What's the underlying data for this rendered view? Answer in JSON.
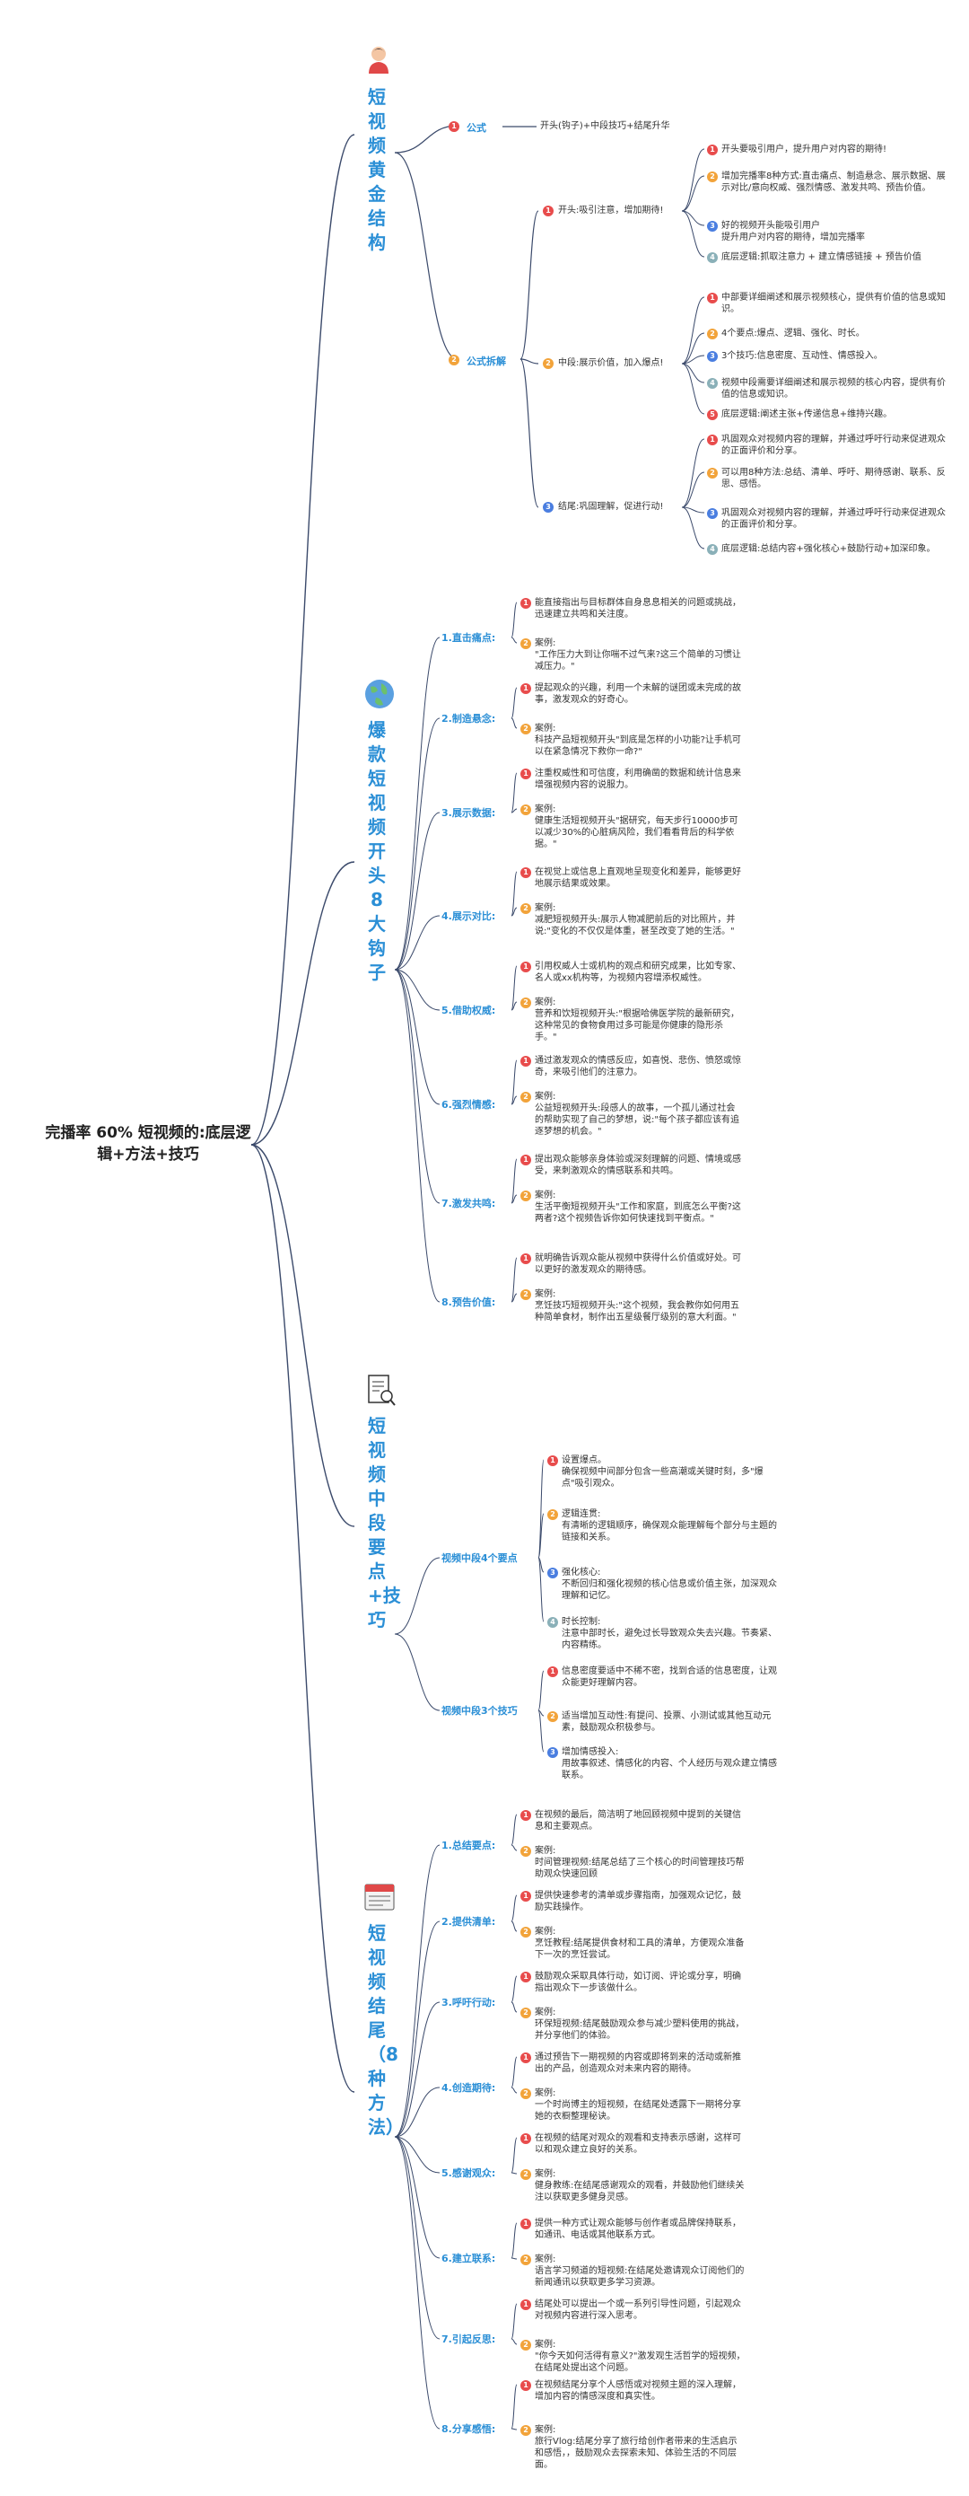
{
  "root": {
    "title": "完播率 60% 短视频的:底层逻辑+方法+技巧"
  },
  "sections": [
    {
      "title": "短视频黄金结构",
      "icon": "person-avatar-icon"
    },
    {
      "title": "爆款短视频开头8大钩子",
      "icon": "globe-icon"
    },
    {
      "title": "短视频中段要点+技巧",
      "icon": "document-search-icon"
    },
    {
      "title": "短视频结尾（8种方法）",
      "icon": "news-document-icon"
    }
  ],
  "s1": {
    "formula_label": "公式",
    "formula_text": "开头(钩子)+中段技巧+结尾升华",
    "breakdown_label": "公式拆解",
    "parts": [
      {
        "label": "开头:吸引注意，增加期待!",
        "items": [
          "开头要吸引用户，提升用户对内容的期待!",
          "增加完播率8种方式:直击痛点、制造悬念、展示数据、展示对比/意向权威、强烈情感、激发共鸣、预告价值。",
          "好的视频开头能吸引用户\n提升用户对内容的期待，增加完播率",
          "底层逻辑:抓取注意力 + 建立情感链接 + 预告价值"
        ]
      },
      {
        "label": "中段:展示价值，加入爆点!",
        "items": [
          "中部要详细阐述和展示视频核心，提供有价值的信息或知识。",
          "4个要点:爆点、逻辑、强化、时长。",
          "3个技巧:信息密度、互动性、情感投入。",
          "视频中段需要详细阐述和展示视频的核心内容，提供有价值的信息或知识。",
          "底层逻辑:阐述主张+传递信息+维持兴趣。"
        ]
      },
      {
        "label": "结尾:巩固理解，促进行动!",
        "items": [
          "巩固观众对视频内容的理解，并通过呼吁行动来促进观众的正面评价和分享。",
          "可以用8种方法:总结、清单、呼吁、期待感谢、联系、反思、感悟。",
          "巩固观众对视频内容的理解，并通过呼吁行动来促进观众的正面评价和分享。",
          "底层逻辑:总结内容+强化核心+鼓励行动+加深印象。"
        ]
      }
    ]
  },
  "s2": {
    "groups": [
      {
        "label": "1.直击痛点:",
        "items": [
          "能直接指出与目标群体自身息息相关的问题或挑战，迅速建立共鸣和关注度。",
          "案例:\n\"工作压力大到让你喘不过气来?这三个简单的习惯让减压力。\""
        ]
      },
      {
        "label": "2.制造悬念:",
        "items": [
          "提起观众的兴趣，利用一个未解的谜团或未完成的故事，激发观众的好奇心。",
          "案例:\n科技产品短视频开头\"到底是怎样的小功能?让手机可以在紧急情况下救你一命?\""
        ]
      },
      {
        "label": "3.展示数据:",
        "items": [
          "注重权威性和可信度，利用确凿的数据和统计信息来增强视频内容的说服力。",
          "案例:\n健康生活短视频开头\"据研究，每天步行10000步可以减少30%的心脏病风险，我们看看背后的科学依据。\""
        ]
      },
      {
        "label": "4.展示对比:",
        "items": [
          "在视觉上或信息上直观地呈现变化和差异，能够更好地展示结果或效果。",
          "案例:\n减肥短视频开头:展示人物减肥前后的对比照片，并说:\"变化的不仅仅是体重，甚至改变了她的生活。\""
        ]
      },
      {
        "label": "5.借助权威:",
        "items": [
          "引用权威人士或机构的观点和研究成果，比如专家、名人或xx机构等，为视频内容增添权威性。",
          "案例:\n营养和饮短视频开头:\"根据哈佛医学院的最新研究，这种常见的食物食用过多可能是你健康的隐形杀手。\""
        ]
      },
      {
        "label": "6.强烈情感:",
        "items": [
          "通过激发观众的情感反应，如喜悦、悲伤、愤怒或惊奇，来吸引他们的注意力。",
          "案例:\n公益短视频开头:段感人的故事，一个孤儿通过社会的帮助实现了自己的梦想，说:\"每个孩子都应该有追逐梦想的机会。\""
        ]
      },
      {
        "label": "7.激发共鸣:",
        "items": [
          "提出观众能够亲身体验或深刻理解的问题、情境或感受，来刺激观众的情感联系和共鸣。",
          "案例:\n生活平衡短视频开头\"工作和家庭，到底怎么平衡?这两者?这个视频告诉你如何快速找到平衡点。\""
        ]
      },
      {
        "label": "8.预告价值:",
        "items": [
          "就明确告诉观众能从视频中获得什么价值或好处。可以更好的激发观众的期待感。",
          "案例:\n烹饪技巧短视频开头:\"这个视频，我会教你如何用五种简单食材，制作出五星级餐厅级别的意大利面。\""
        ]
      }
    ]
  },
  "s3": {
    "groups": [
      {
        "label": "视频中段4个要点",
        "items": [
          "设置爆点。\n确保视频中间部分包含一些高潮或关键时刻，多\"爆点\"吸引观众。",
          "逻辑连贯:\n有清晰的逻辑顺序，确保观众能理解每个部分与主题的链接和关系。",
          "强化核心:\n不断回归和强化视频的核心信息或价值主张，加深观众理解和记忆。",
          "时长控制:\n注意中部时长，避免过长导致观众失去兴趣。节奏紧、内容精练。"
        ]
      },
      {
        "label": "视频中段3个技巧",
        "items": [
          "信息密度要适中不稀不密，找到合适的信息密度，让观众能更好理解内容。",
          "适当增加互动性:有提问、投票、小测试或其他互动元素，鼓励观众积极参与。",
          "增加情感投入:\n用故事叙述、情感化的内容、个人经历与观众建立情感联系。"
        ]
      }
    ]
  },
  "s4": {
    "groups": [
      {
        "label": "1.总结要点:",
        "items": [
          "在视频的最后，简洁明了地回顾视频中提到的关键信息和主要观点。",
          "案例:\n时间管理视频:结尾总结了三个核心的时间管理技巧帮助观众快速回顾"
        ]
      },
      {
        "label": "2.提供清单:",
        "items": [
          "提供快速参考的清单或步骤指南，加强观众记忆，鼓励实践操作。",
          "案例:\n烹饪教程:结尾提供食材和工具的清单，方便观众准备下一次的烹饪尝试。"
        ]
      },
      {
        "label": "3.呼吁行动:",
        "items": [
          "鼓励观众采取具体行动，如订阅、评论或分享，明确指出观众下一步该做什么。",
          "案例:\n环保短视频:结尾鼓励观众参与减少塑料使用的挑战，并分享他们的体验。"
        ]
      },
      {
        "label": "4.创造期待:",
        "items": [
          "通过预告下一期视频的内容或即将到来的活动或新推出的产品，创造观众对未来内容的期待。",
          "案例:\n一个时尚博主的短视频，在结尾处透露下一期将分享她的衣橱整理秘诀。"
        ]
      },
      {
        "label": "5.感谢观众:",
        "items": [
          "在视频的结尾对观众的观看和支持表示感谢，这样可以和观众建立良好的关系。",
          "案例:\n健身教练:在结尾感谢观众的观看，并鼓励他们继续关注以获取更多健身灵感。"
        ]
      },
      {
        "label": "6.建立联系:",
        "items": [
          "提供一种方式让观众能够与创作者或品牌保持联系，如通讯、电话或其他联系方式。",
          "案例:\n语言学习频道的短视频:在结尾处邀请观众订阅他们的新闻通讯以获取更多学习资源。"
        ]
      },
      {
        "label": "7.引起反思:",
        "items": [
          "结尾处可以提出一个或一系列引导性问题，引起观众对视频内容进行深入思考。",
          "案例:\n\"你今天如何活得有意义?\"激发观生活哲学的短视频，在结尾处提出这个问题。"
        ]
      },
      {
        "label": "8.分享感悟:",
        "items": [
          "在视频结尾分享个人感悟或对视频主题的深入理解，增加内容的情感深度和真实性。",
          "案例:\n旅行Vlog:结尾分享了旅行给创作者带来的生活启示和感悟，，鼓励观众去探索未知、体验生活的不同层面。"
        ]
      }
    ]
  },
  "colors": {
    "accent": "#2b8fd6",
    "line": "#3b4a6b",
    "n1": "#e84c4c",
    "n2": "#f2a33a",
    "n3": "#4a7ee0",
    "n4": "#8ab0b8"
  }
}
